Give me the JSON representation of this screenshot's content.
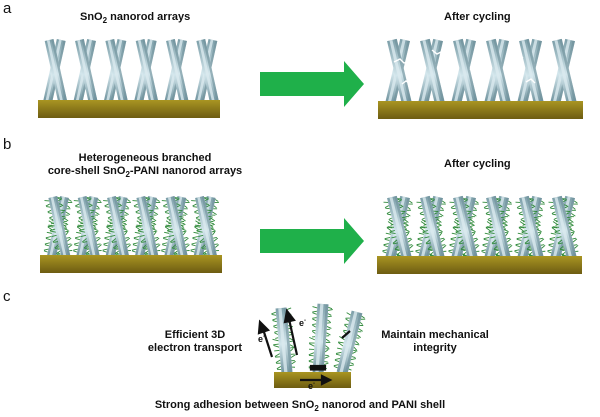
{
  "panels": {
    "a": {
      "letter": "a",
      "left_title_pre": "SnO",
      "left_title_sub": "2",
      "left_title_post": " nanorod arrays",
      "right_title": "After cycling"
    },
    "b": {
      "letter": "b",
      "left_title_line1": "Heterogeneous branched",
      "left_title_line2_pre": "core-shell SnO",
      "left_title_line2_sub": "2",
      "left_title_line2_post": "-PANI nanorod arrays",
      "right_title": "After cycling"
    },
    "c": {
      "letter": "c",
      "left_text_line1": "Efficient 3D",
      "left_text_line2": "electron transport",
      "right_text_line1": "Maintain mechanical",
      "right_text_line2": "integrity",
      "electron_label": "e",
      "electron_sup": "-",
      "bottom_pre": "Strong adhesion between SnO",
      "bottom_sub": "2",
      "bottom_post": " nanorod and PANI shell"
    }
  },
  "colors": {
    "rod_light": "#c9dfe6",
    "rod_mid": "#8fb2bd",
    "rod_dark": "#5d818c",
    "substrate_top": "#a38f22",
    "substrate_bottom": "#6f5f12",
    "arrow_green": "#1fb04a",
    "shell_green": "#2f8a3a"
  }
}
